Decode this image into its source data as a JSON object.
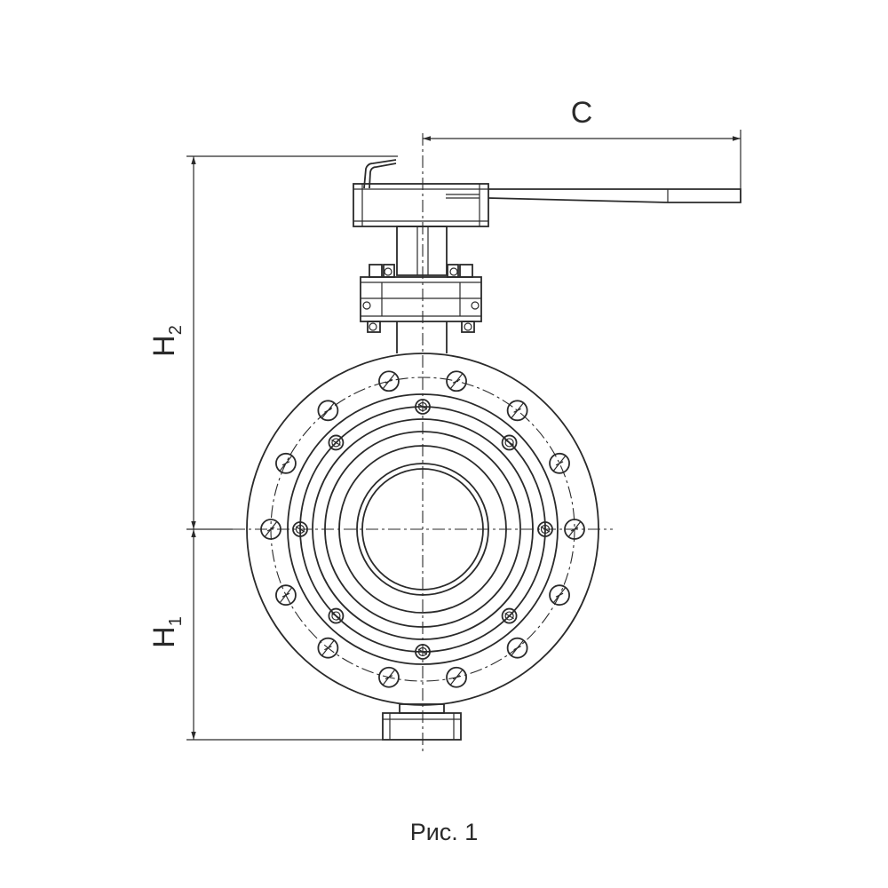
{
  "figure": {
    "caption": "Рис. 1",
    "dimensions": {
      "c": {
        "letter": "C",
        "sub": ""
      },
      "h2": {
        "letter": "H",
        "sub": "2"
      },
      "h1": {
        "letter": "H",
        "sub": "1"
      }
    },
    "outer_flange_bolts": 14,
    "inner_bolts": 8
  }
}
